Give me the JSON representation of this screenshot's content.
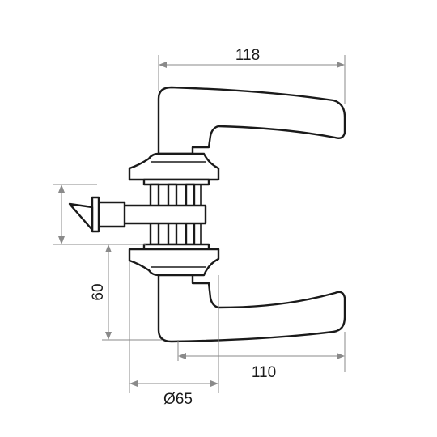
{
  "dimensions": {
    "overall_width": "118",
    "lever_reach": "110",
    "height_to_spindle": "60",
    "rose_diameter": "Ø65"
  },
  "colors": {
    "outline": "#1a1a1a",
    "dimension_line": "#8a8a8a",
    "background": "#ffffff"
  }
}
